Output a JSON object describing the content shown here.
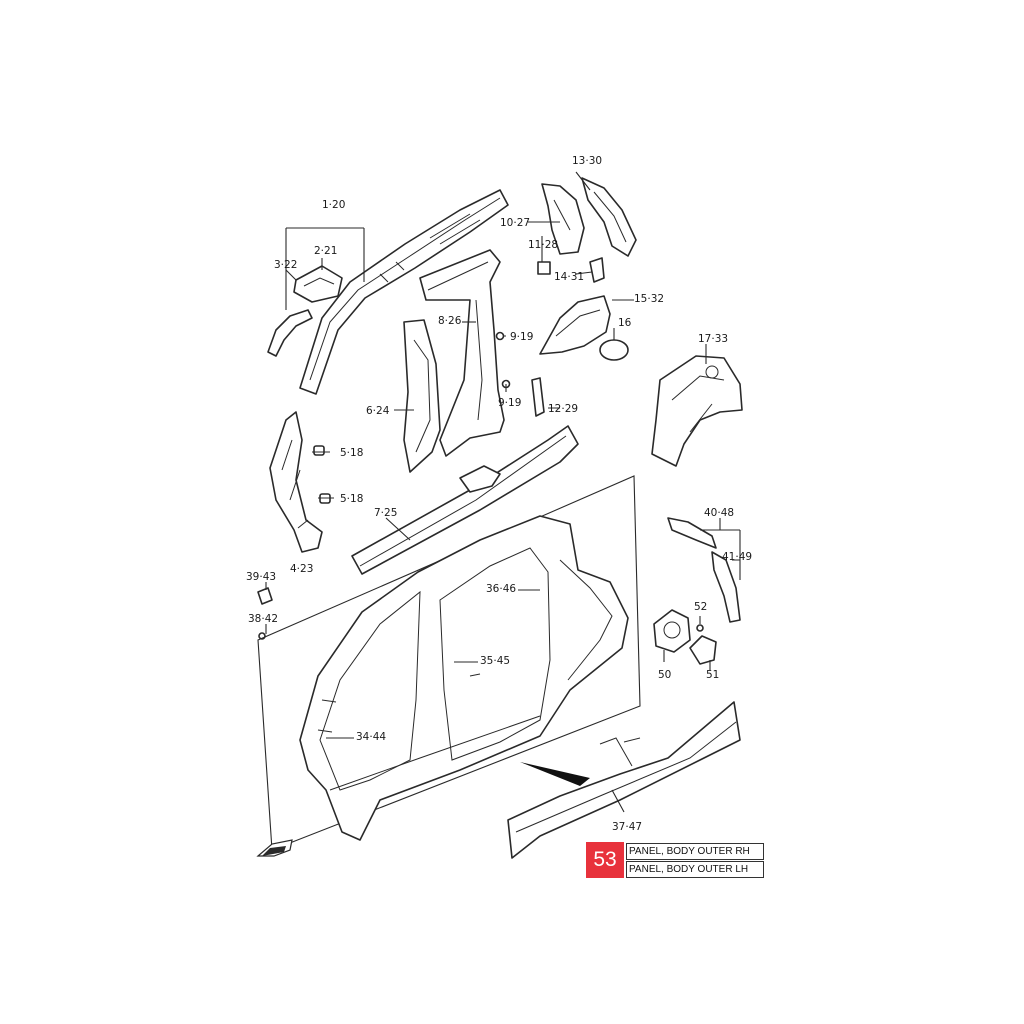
{
  "callouts": [
    {
      "id": "1-20",
      "label": "1·20"
    },
    {
      "id": "2-21",
      "label": "2·21"
    },
    {
      "id": "3-22",
      "label": "3·22"
    },
    {
      "id": "4-23",
      "label": "4·23"
    },
    {
      "id": "5-18a",
      "label": "5·18"
    },
    {
      "id": "5-18b",
      "label": "5·18"
    },
    {
      "id": "6-24",
      "label": "6·24"
    },
    {
      "id": "7-25",
      "label": "7·25"
    },
    {
      "id": "8-26",
      "label": "8·26"
    },
    {
      "id": "9-19a",
      "label": "9·19"
    },
    {
      "id": "9-19b",
      "label": "9·19"
    },
    {
      "id": "10-27",
      "label": "10·27"
    },
    {
      "id": "11-28",
      "label": "11·28"
    },
    {
      "id": "12-29",
      "label": "12·29"
    },
    {
      "id": "13-30",
      "label": "13·30"
    },
    {
      "id": "14-31",
      "label": "14·31"
    },
    {
      "id": "15-32",
      "label": "15·32"
    },
    {
      "id": "16",
      "label": "16"
    },
    {
      "id": "17-33",
      "label": "17·33"
    },
    {
      "id": "34-44",
      "label": "34·44"
    },
    {
      "id": "35-45",
      "label": "35·45"
    },
    {
      "id": "36-46",
      "label": "36·46"
    },
    {
      "id": "37-47",
      "label": "37·47"
    },
    {
      "id": "38-42",
      "label": "38·42"
    },
    {
      "id": "39-43",
      "label": "39·43"
    },
    {
      "id": "40-48",
      "label": "40·48"
    },
    {
      "id": "41-49",
      "label": "41·49"
    },
    {
      "id": "50",
      "label": "50"
    },
    {
      "id": "51",
      "label": "51"
    },
    {
      "id": "52",
      "label": "52"
    }
  ],
  "reference": {
    "number": "53",
    "labels": [
      "PANEL, BODY OUTER RH",
      "PANEL, BODY OUTER LH"
    ],
    "highlight_color": "#e8323c"
  }
}
